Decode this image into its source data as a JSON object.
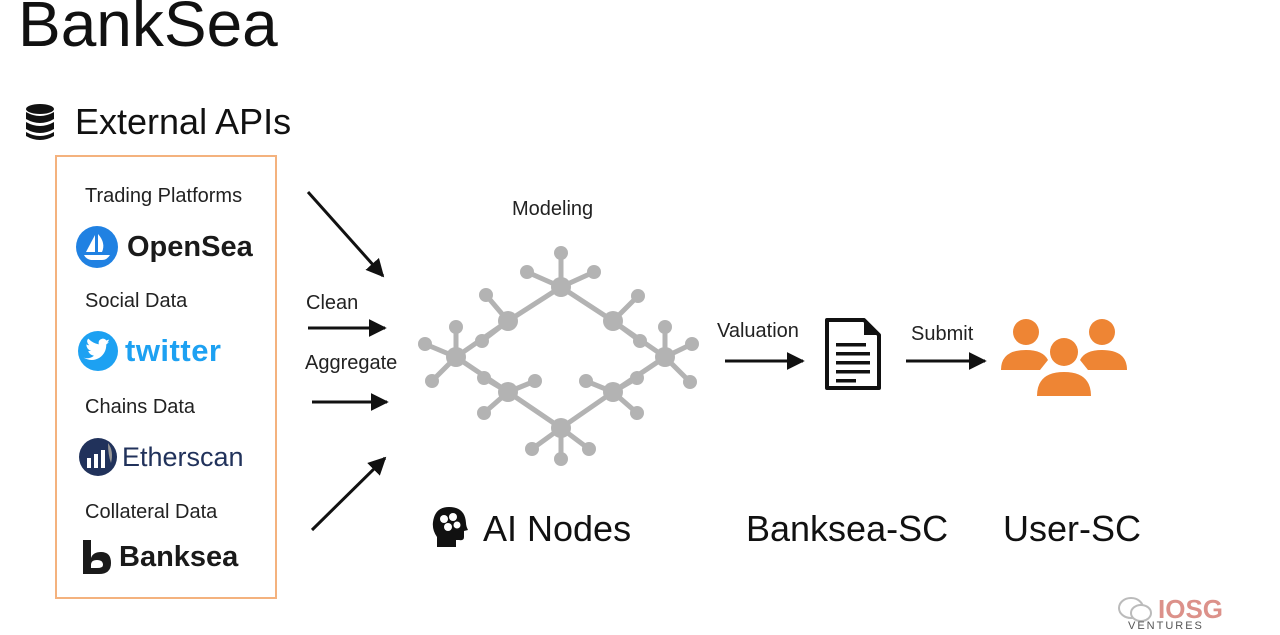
{
  "title": "BankSea",
  "external_apis": {
    "heading": "External APIs",
    "icon": "database-icon",
    "sources": [
      {
        "category": "Trading Platforms",
        "logo_text": "OpenSea",
        "logo_color": "#2081e2"
      },
      {
        "category": "Social Data",
        "logo_text": "twitter",
        "logo_color": "#1da1f2"
      },
      {
        "category": "Chains Data",
        "logo_text": "Etherscan",
        "logo_color": "#21325b"
      },
      {
        "category": "Collateral Data",
        "logo_text": "Banksea",
        "logo_color": "#1a1a1a"
      }
    ],
    "box_border_color": "#f4b27e"
  },
  "flow": {
    "clean_label": "Clean",
    "aggregate_label": "Aggregate",
    "modeling_label": "Modeling",
    "valuation_label": "Valuation",
    "submit_label": "Submit"
  },
  "nodes": {
    "ai_nodes": "AI Nodes",
    "banksea_sc": "Banksea-SC",
    "user_sc": "User-SC"
  },
  "colors": {
    "network_gray": "#b3b3b3",
    "users_orange": "#ee8534"
  },
  "watermark": {
    "brand": "IOSG",
    "sub": "VENTURES"
  }
}
